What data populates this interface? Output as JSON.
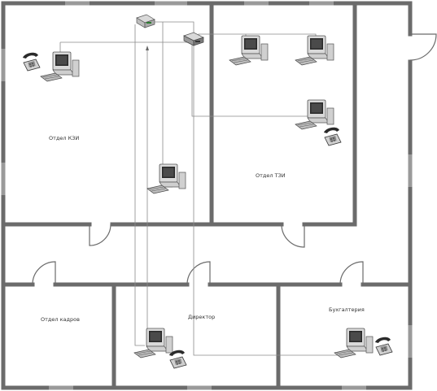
{
  "rooms": {
    "kzi": "Отдел КЗИ",
    "tzi": "Отдел ТЗИ",
    "kadry": "Отдел кадров",
    "direktor": "Директор",
    "buh": "Бухгалтерия"
  },
  "icons": {
    "computer": "computer-icon",
    "telephone": "telephone-icon",
    "network_device": "network-switch-icon"
  },
  "colors": {
    "wall": "#6b6b6b",
    "cable": "#8a8a8a",
    "device_body": "#d9d9d9",
    "screen": "#2a2a2a",
    "switch_accent": "#2e7d32"
  }
}
